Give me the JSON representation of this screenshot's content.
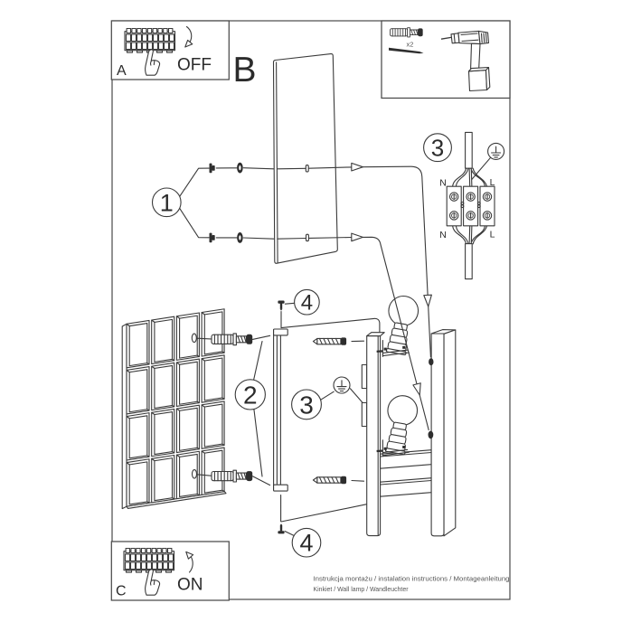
{
  "document": {
    "footer_line1": "Instrukcja montażu / instalation instructions / Montageanleitung",
    "footer_line2": "Kinkiet / Wall lamp / Wandleuchter"
  },
  "sections": {
    "power_off": {
      "label": "A",
      "action": "OFF"
    },
    "power_on": {
      "label": "C",
      "action": "ON"
    },
    "back_panel": {
      "label": "B"
    },
    "tools": {
      "anchor_count": "x2"
    }
  },
  "steps": {
    "fasteners": "1",
    "wall_anchors": "2",
    "wiring": "3",
    "cover_screws": "4"
  },
  "wiring": {
    "neutral": "N",
    "live": "L"
  },
  "colors": {
    "ink": "#3a3a3a",
    "paper": "#ffffff"
  }
}
